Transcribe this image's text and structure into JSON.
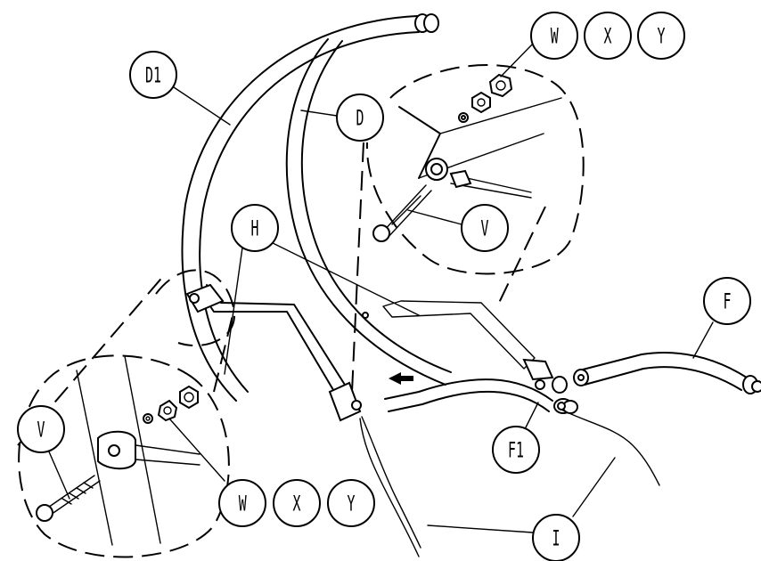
{
  "labels": {
    "D1": "D1",
    "D": "D",
    "H": "H",
    "F": "F",
    "F1": "F1",
    "I": "I",
    "V_top": "V",
    "V_left": "V",
    "W_top": "W",
    "X_top": "X",
    "Y_top": "Y",
    "W_bottom": "W",
    "X_bottom": "X",
    "Y_bottom": "Y"
  }
}
